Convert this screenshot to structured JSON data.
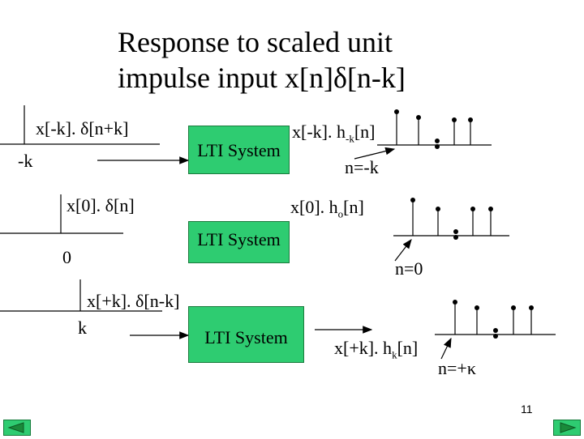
{
  "slide": {
    "title_line1": "Response to scaled unit",
    "title_line2": "impulse input x[n]δ[n-k]",
    "page_number": "11"
  },
  "rows": [
    {
      "input_label": "x[-k]. δ[n+k]",
      "input_index": "-k",
      "system_label": "LTI System",
      "output_label_main": "x[-k]. h",
      "output_label_sub": "-k",
      "output_label_tail": "[n]",
      "output_index": "n=-k"
    },
    {
      "input_label": "x[0]. δ[n]",
      "input_index": "0",
      "system_label": "LTI System",
      "output_label_main": "x[0]. h",
      "output_label_sub": "o",
      "output_label_tail": "[n]",
      "output_index": "n=0"
    },
    {
      "input_label": "x[+k]. δ[n-k]",
      "input_index": "k",
      "system_label": "LTI System",
      "output_label_main": "x[+k]. h",
      "output_label_sub": "k",
      "output_label_tail": "[n]",
      "output_index": "n=+κ"
    }
  ],
  "nav": {
    "prev_icon": "left-triangle-icon",
    "next_icon": "right-triangle-icon"
  }
}
